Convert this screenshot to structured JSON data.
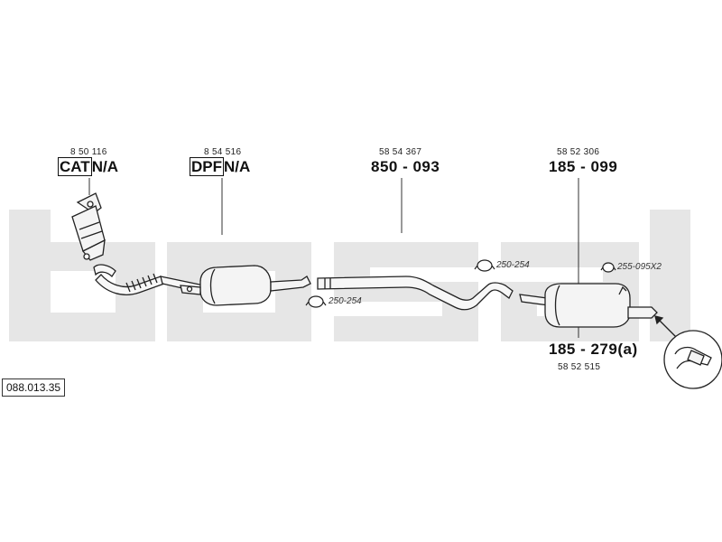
{
  "diagram_code": "088.013.35",
  "watermark_text": "bosal",
  "parts": {
    "cat": {
      "oe_number": "8 50 116",
      "tag": "CAT",
      "part_number": "N/A"
    },
    "dpf": {
      "oe_number": "8 54 516",
      "tag": "DPF",
      "part_number": "N/A"
    },
    "middle_pipe": {
      "oe_number": "58 54 367",
      "part_number": "850 - 093"
    },
    "rear_pipe": {
      "oe_number": "58 52 306",
      "part_number": "185 - 099"
    },
    "rear_silencer": {
      "oe_number": "58 52 515",
      "part_number": "185 - 279(a)"
    }
  },
  "clamps": {
    "clamp_upper": "250-254",
    "clamp_lower": "250-254",
    "clamp_rear": "255-095X2"
  },
  "colors": {
    "watermark": "#e6e6e6",
    "line": "#222222",
    "part_fill": "#f4f4f4"
  }
}
